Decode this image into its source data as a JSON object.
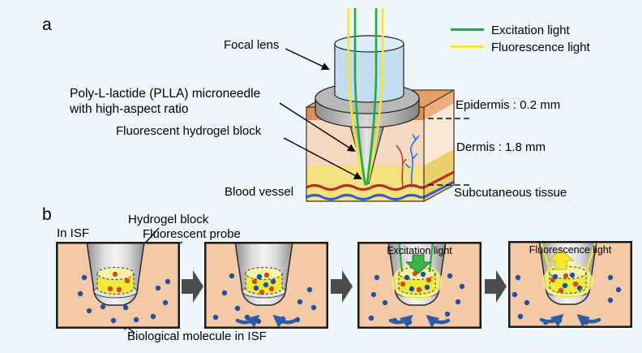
{
  "figure": {
    "type": "scientific-schematic",
    "background_color": "#edf6fa"
  },
  "panel_a": {
    "label": "a",
    "labels": {
      "focal_lens": "Focal lens",
      "microneedle_line1": "Poly-L-lactide (PLLA) microneedle",
      "microneedle_line2": "with high-aspect ratio",
      "hydrogel_block": "Fluorescent hydrogel block",
      "blood_vessel": "Blood vessel",
      "epidermis": "Epidermis : 0.2 mm",
      "dermis": "Dermis : 1.8 mm",
      "subcutaneous": "Subcutaneous tissue"
    },
    "legend": {
      "items": [
        {
          "label": "Excitation light",
          "color": "#1faa3c"
        },
        {
          "label": "Fluorescence light",
          "color": "#f2e72e"
        }
      ]
    },
    "colors": {
      "excitation_light": "#1faa3c",
      "fluorescence_light": "#f2e72e",
      "epidermis": "#dd8e5a",
      "dermis": "#f4d8bf",
      "subcutaneous": "#f4e17f",
      "blood_vessel_red": "#b23220",
      "blood_vessel_blue": "#2d62c8",
      "lens": "#c3dcf0",
      "needle_gray": "#c9c9c9"
    }
  },
  "panel_b": {
    "label": "b",
    "context_label": "In ISF",
    "labels": {
      "hydrogel_block": "Hydrogel block",
      "fluorescent_probe": "Fluorescent probe",
      "biological_molecule": "Biological molecule in ISF"
    },
    "steps": [
      {
        "overlay_label": ""
      },
      {
        "overlay_label": ""
      },
      {
        "overlay_label": "Excitation light"
      },
      {
        "overlay_label": "Fluorescence light"
      }
    ],
    "colors": {
      "skin": "#f4c9a6",
      "hydrogel": "#f0e93a",
      "biological_molecule_dot": "#2050a0",
      "fluorescent_probe_dot": "#c8501e",
      "flow_arrow": "#2a5caa",
      "transition_arrow": "#4c4c4c",
      "excitation_arrow": "#3bb24a",
      "fluorescence_arrow": "#f4e72e"
    }
  }
}
